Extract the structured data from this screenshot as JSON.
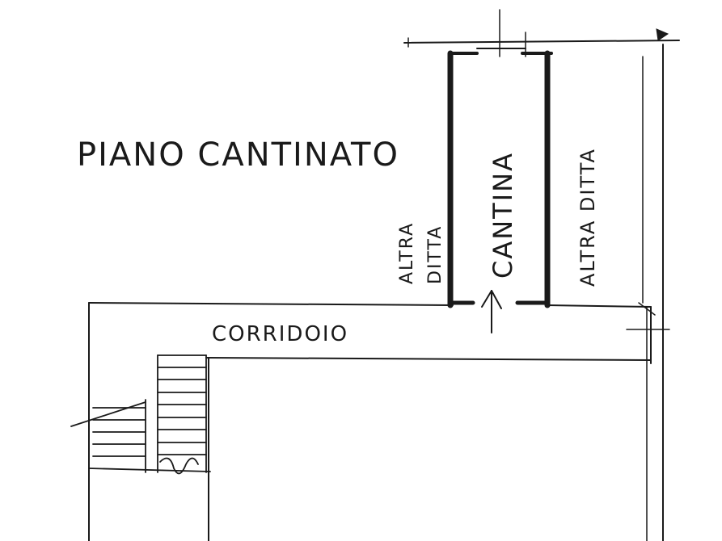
{
  "title": "PIANO CANTINATO",
  "rooms": {
    "cantina": "CANTINA",
    "corridoio": "CORRIDOIO",
    "altra_ditta_left_1": "ALTRA",
    "altra_ditta_left_2": "DITTA",
    "altra_ditta_right": "ALTRA DITTA"
  },
  "colors": {
    "ink": "#1a1a1a",
    "paper": "#ffffff"
  }
}
